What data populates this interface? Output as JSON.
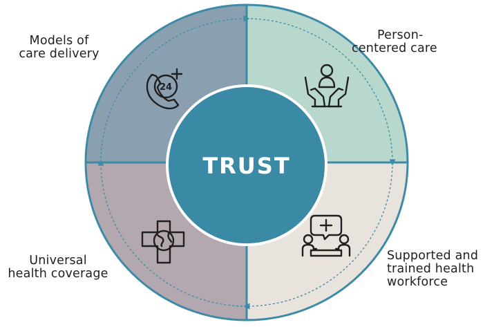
{
  "center": {
    "label": "TRUST"
  },
  "quadrants": [
    {
      "id": "top-left",
      "lines": [
        "Models of",
        "care delivery"
      ],
      "color": "#8aa0b0",
      "icon": "phone-24-plus-icon",
      "icon_text": "24"
    },
    {
      "id": "top-right",
      "lines": [
        "Person-",
        "centered care"
      ],
      "color": "#b8d8ce",
      "icon": "hands-person-icon"
    },
    {
      "id": "bottom-right",
      "lines": [
        "Supported and",
        "trained health",
        "workforce"
      ],
      "color": "#e8e3dc",
      "icon": "meeting-plus-icon"
    },
    {
      "id": "bottom-left",
      "lines": [
        "Universal",
        "health coverage"
      ],
      "color": "#b4a8b0",
      "icon": "globe-cross-icon"
    }
  ],
  "colors": {
    "ring": "#3d8aa6",
    "center": "#3a89a5",
    "dashed_arrow": "#3d8aa6",
    "text": "#1f1f1f"
  }
}
